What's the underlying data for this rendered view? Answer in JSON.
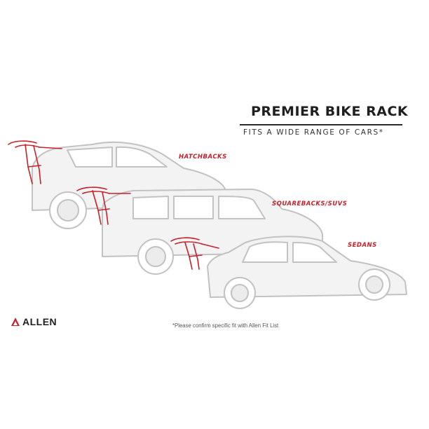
{
  "headline": {
    "title": "PREMIER BIKE RACK",
    "subtitle": "FITS A WIDE RANGE OF CARS*"
  },
  "vehicles": [
    {
      "label": "HATCHBACKS"
    },
    {
      "label": "SQUAREBACKS/SUVS"
    },
    {
      "label": "SEDANS"
    }
  ],
  "brand": {
    "name": "ALLEN"
  },
  "footnote": "*Please confirm specific fit with Allen Fit List",
  "colors": {
    "accent": "#c8202a",
    "car_outline": "#c4c4c4",
    "car_fill": "#f2f2f2",
    "text": "#1f1f1f"
  }
}
